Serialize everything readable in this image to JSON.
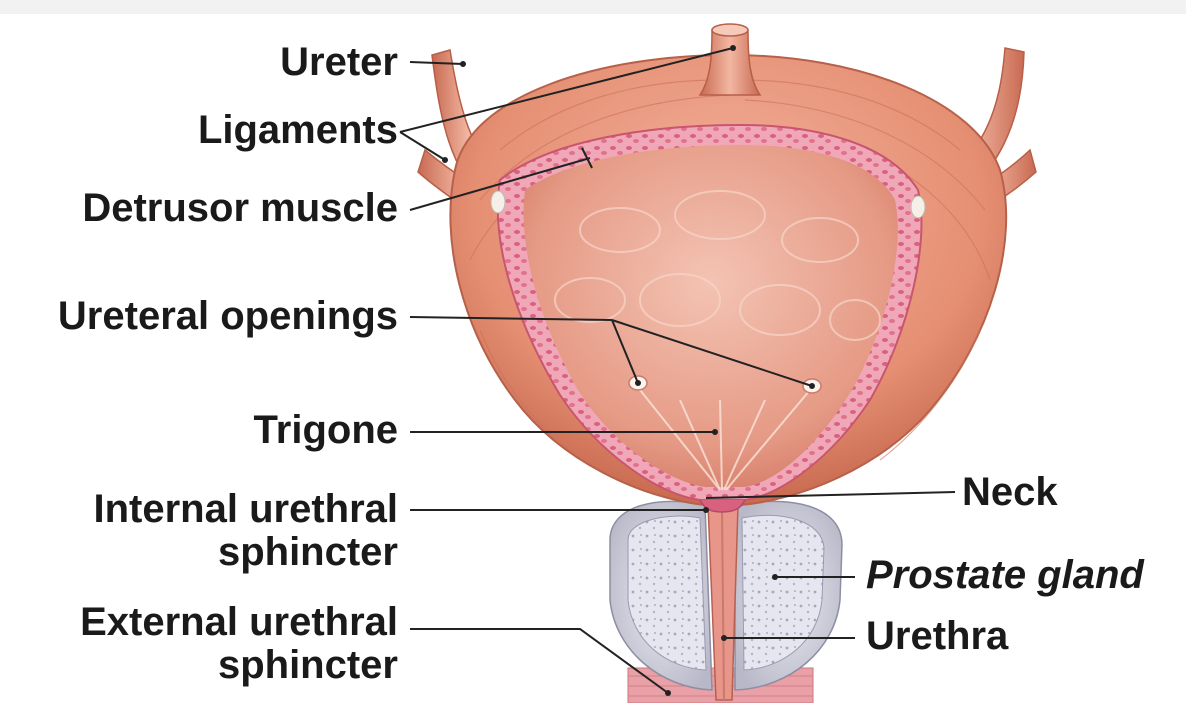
{
  "diagram": {
    "labels_left": {
      "ureter": "Ureter",
      "ligaments": "Ligaments",
      "detrusor_muscle": "Detrusor muscle",
      "ureteral_openings": "Ureteral openings",
      "trigone": "Trigone",
      "internal_sphincter_line1": "Internal urethral",
      "internal_sphincter_line2": "sphincter",
      "external_sphincter_line1": "External urethral",
      "external_sphincter_line2": "sphincter"
    },
    "labels_right": {
      "neck": "Neck",
      "prostate_gland": "Prostate gland",
      "urethra": "Urethra"
    },
    "colors": {
      "muscle": "#e8957a",
      "muscle_dark": "#c96a52",
      "mucosa_wall": "#e58ea0",
      "interior": "#eaa592",
      "prostate": "#dcdcea",
      "leader_line": "#222222"
    }
  }
}
